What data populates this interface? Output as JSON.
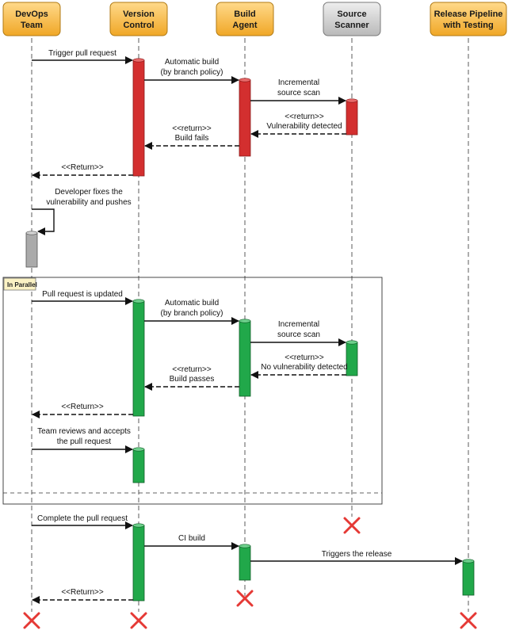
{
  "participants": [
    {
      "id": "devops",
      "lines": [
        "DevOps",
        "Team"
      ],
      "style": "orange"
    },
    {
      "id": "vc",
      "lines": [
        "Version",
        "Control"
      ],
      "style": "orange"
    },
    {
      "id": "agent",
      "lines": [
        "Build",
        "Agent"
      ],
      "style": "orange"
    },
    {
      "id": "scanner",
      "lines": [
        "Source",
        "Scanner"
      ],
      "style": "gray"
    },
    {
      "id": "release",
      "lines": [
        "Release Pipeline",
        "with Testing"
      ],
      "style": "orange"
    }
  ],
  "frame": {
    "label": "In Parallel"
  },
  "messages": [
    {
      "id": "m1",
      "lines": [
        "Trigger pull request"
      ]
    },
    {
      "id": "m2",
      "lines": [
        "Automatic build",
        "(by branch policy)"
      ]
    },
    {
      "id": "m3",
      "lines": [
        "Incremental",
        "source scan"
      ]
    },
    {
      "id": "m4",
      "lines": [
        "<<return>>",
        "Vulnerability detected"
      ]
    },
    {
      "id": "m5",
      "lines": [
        "<<return>>",
        "Build fails"
      ]
    },
    {
      "id": "m6",
      "lines": [
        "<<Return>>"
      ]
    },
    {
      "id": "m7",
      "lines": [
        "Developer fixes the",
        "vulnerability and pushes"
      ]
    },
    {
      "id": "m8",
      "lines": [
        "Pull request is updated"
      ]
    },
    {
      "id": "m9",
      "lines": [
        "Automatic build",
        "(by branch policy)"
      ]
    },
    {
      "id": "m10",
      "lines": [
        "Incremental",
        "source scan"
      ]
    },
    {
      "id": "m11",
      "lines": [
        "<<return>>",
        "No vulnerability detected"
      ]
    },
    {
      "id": "m12",
      "lines": [
        "<<return>>",
        "Build passes"
      ]
    },
    {
      "id": "m13",
      "lines": [
        "<<Return>>"
      ]
    },
    {
      "id": "m14",
      "lines": [
        "Team reviews and accepts",
        "the pull request"
      ]
    },
    {
      "id": "m15",
      "lines": [
        "Complete the pull request"
      ]
    },
    {
      "id": "m16",
      "lines": [
        "CI build"
      ]
    },
    {
      "id": "m17",
      "lines": [
        "Triggers the release"
      ]
    },
    {
      "id": "m18",
      "lines": [
        "<<Return>>"
      ]
    }
  ],
  "colors": {
    "header_orange": "#f5b53a",
    "header_gray": "#c8c8c8",
    "activation_red": "#d32f2f",
    "activation_green": "#21a84a",
    "activation_gray": "#aaaaaa",
    "destroy_mark": "#e53935",
    "frame_tag_fill": "#fbf2c4"
  }
}
